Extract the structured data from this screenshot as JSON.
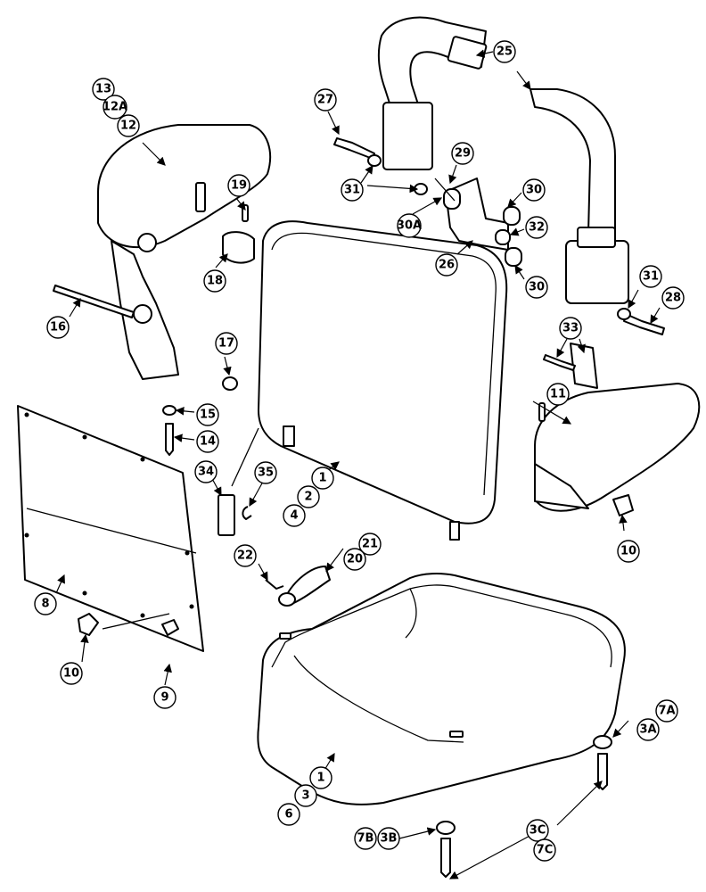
{
  "diagram": {
    "callouts": [
      {
        "id": "c13",
        "label": "13"
      },
      {
        "id": "c12a",
        "label": "12A"
      },
      {
        "id": "c12",
        "label": "12"
      },
      {
        "id": "c27",
        "label": "27"
      },
      {
        "id": "c25",
        "label": "25"
      },
      {
        "id": "c29",
        "label": "29"
      },
      {
        "id": "c31a",
        "label": "31"
      },
      {
        "id": "c30a",
        "label": "30"
      },
      {
        "id": "c30A",
        "label": "30A"
      },
      {
        "id": "c19",
        "label": "19"
      },
      {
        "id": "c32",
        "label": "32"
      },
      {
        "id": "c18",
        "label": "18"
      },
      {
        "id": "c26",
        "label": "26"
      },
      {
        "id": "c30b",
        "label": "30"
      },
      {
        "id": "c31b",
        "label": "31"
      },
      {
        "id": "c28",
        "label": "28"
      },
      {
        "id": "c16",
        "label": "16"
      },
      {
        "id": "c33",
        "label": "33"
      },
      {
        "id": "c17",
        "label": "17"
      },
      {
        "id": "c11",
        "label": "11"
      },
      {
        "id": "c15",
        "label": "15"
      },
      {
        "id": "c14",
        "label": "14"
      },
      {
        "id": "c34",
        "label": "34"
      },
      {
        "id": "c35",
        "label": "35"
      },
      {
        "id": "c1a",
        "label": "1"
      },
      {
        "id": "c2",
        "label": "2"
      },
      {
        "id": "c4",
        "label": "4"
      },
      {
        "id": "c10a",
        "label": "10"
      },
      {
        "id": "c21",
        "label": "21"
      },
      {
        "id": "c20",
        "label": "20"
      },
      {
        "id": "c22",
        "label": "22"
      },
      {
        "id": "c8",
        "label": "8"
      },
      {
        "id": "c10b",
        "label": "10"
      },
      {
        "id": "c9",
        "label": "9"
      },
      {
        "id": "c7A",
        "label": "7A"
      },
      {
        "id": "c3A",
        "label": "3A"
      },
      {
        "id": "c1b",
        "label": "1"
      },
      {
        "id": "c3",
        "label": "3"
      },
      {
        "id": "c6",
        "label": "6"
      },
      {
        "id": "c3C",
        "label": "3C"
      },
      {
        "id": "c7C",
        "label": "7C"
      },
      {
        "id": "c7B",
        "label": "7B"
      },
      {
        "id": "c3B",
        "label": "3B"
      }
    ]
  }
}
